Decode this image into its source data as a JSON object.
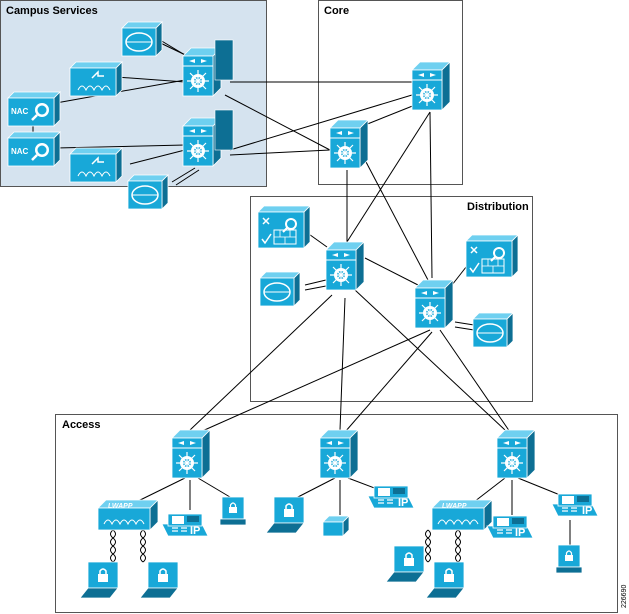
{
  "zones": {
    "campus_services": "Campus Services",
    "core": "Core",
    "distribution": "Distribution",
    "access": "Access"
  },
  "device_labels": {
    "nac": "NAC",
    "ip": "IP",
    "lwapp": "LWAPP"
  },
  "figure_id": "226690",
  "colors": {
    "device_fill": "#18a8d8",
    "device_dark": "#0d6f94",
    "device_light": "#6fd0f0",
    "campus_bg": "#d5e3ef",
    "link": "#000000"
  }
}
